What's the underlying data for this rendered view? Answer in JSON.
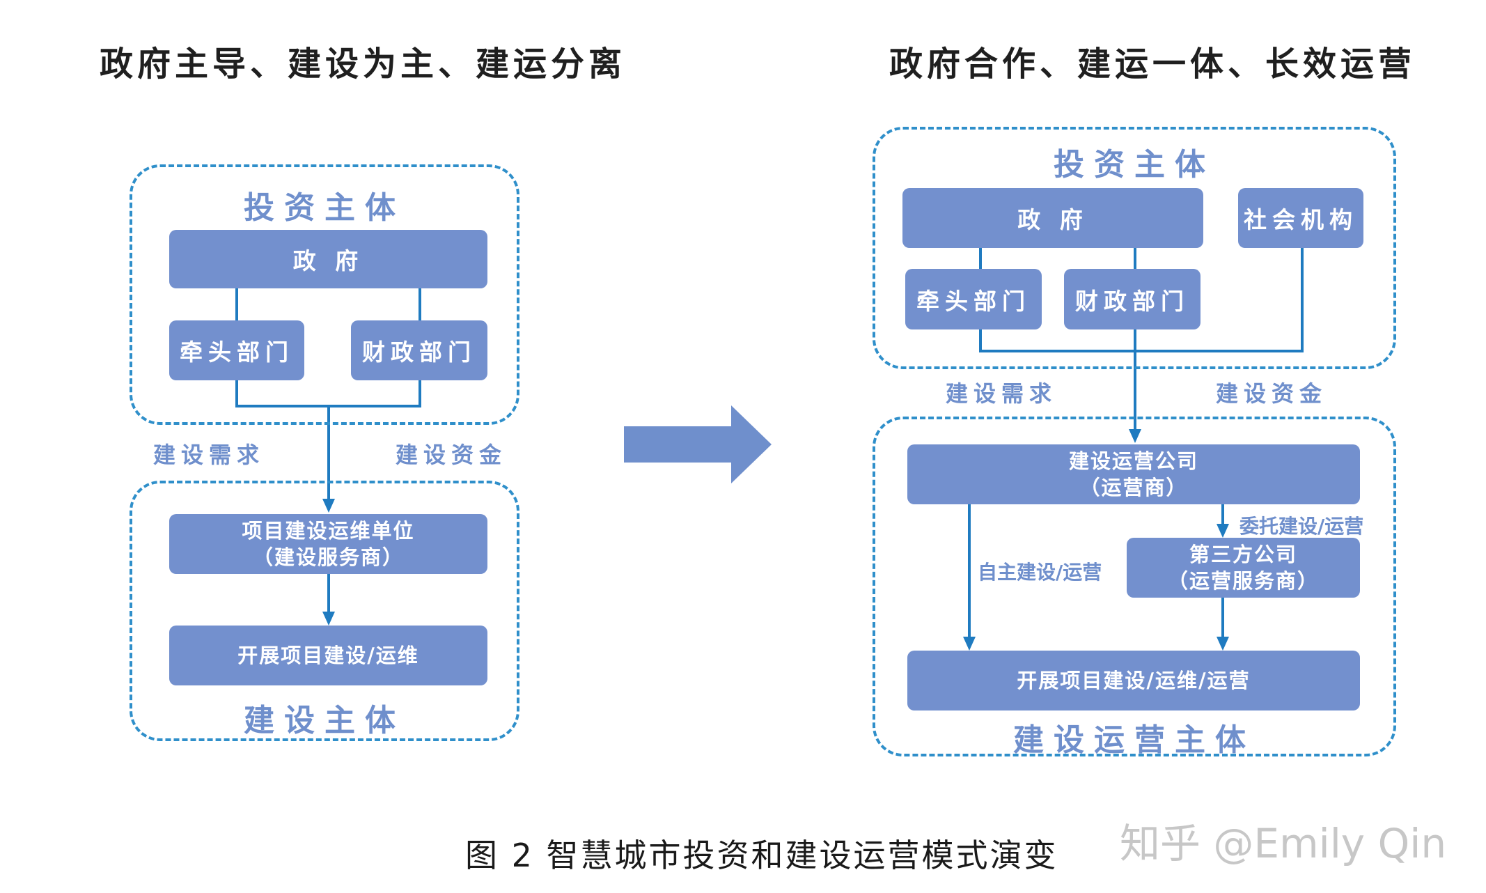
{
  "left": {
    "heading": "政府主导、建设为主、建运分离",
    "invest_group_title": "投资主体",
    "gov": "政 府",
    "lead_dept": "牵头部门",
    "finance_dept": "财政部门",
    "demand_label": "建设需求",
    "funds_label": "建设资金",
    "service_unit_line1": "项目建设运维单位",
    "service_unit_line2": "（建设服务商）",
    "activity": "开展项目建设/运维",
    "build_group_title": "建设主体"
  },
  "right": {
    "heading": "政府合作、建运一体、长效运营",
    "invest_group_title": "投资主体",
    "gov": "政 府",
    "social_org": "社会机构",
    "lead_dept": "牵头部门",
    "finance_dept": "财政部门",
    "demand_label": "建设需求",
    "funds_label": "建设资金",
    "operator_line1": "建设运营公司",
    "operator_line2": "（运营商）",
    "delegate_label": "委托建设/运营",
    "third_party_line1": "第三方公司",
    "third_party_line2": "（运营服务商）",
    "self_label": "自主建设/运营",
    "activity": "开展项目建设/运维/运营",
    "build_group_title": "建设运营主体"
  },
  "caption": "图 2 智慧城市投资和建设运营模式演变",
  "watermark": "知乎 @Emily Qin",
  "colors": {
    "node_fill": "#7390ce",
    "dashed_border": "#2f8fca",
    "connector": "#1f7bc0",
    "label_text": "#6f8fcc",
    "big_arrow": "#6f8fcc"
  }
}
